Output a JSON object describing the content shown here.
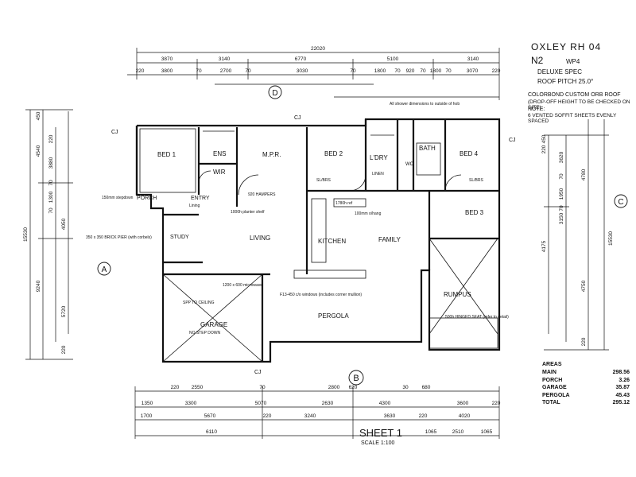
{
  "title_block": {
    "title": "OXLEY RH 04",
    "code": "N2",
    "wp": "WP4",
    "spec": "DELUXE SPEC",
    "roof_pitch": "ROOF PITCH 25.0°",
    "roof": "COLORBOND CUSTOM ORB ROOF",
    "roof_note": "(DROP-OFF HEIGHT TO BE CHECKED ON SITE)",
    "note_label": "NOTE:",
    "note_text": "6 VENTED SOFFIT SHEETS EVENLY SPACED"
  },
  "areas": {
    "header": "AREAS",
    "rows": [
      {
        "label": "MAIN",
        "value": "298.56"
      },
      {
        "label": "PORCH",
        "value": "3.26"
      },
      {
        "label": "GARAGE",
        "value": "35.87"
      },
      {
        "label": "PERGOLA",
        "value": "45.43"
      },
      {
        "label": "TOTAL",
        "value": "295.12"
      }
    ]
  },
  "sheet": {
    "label": "SHEET 1",
    "scale": "SCALE 1:100"
  },
  "rooms": {
    "bed1": "BED 1",
    "ens": "ENS",
    "wir": "WIR",
    "mpr": "M.P.R.",
    "bed2": "BED 2",
    "ldry": "L'DRY",
    "bath": "BATH",
    "wc": "WC",
    "bed4": "BED 4",
    "bed3": "BED 3",
    "porch": "PORCH",
    "entry": "ENTRY",
    "study": "STUDY",
    "living": "LIVING",
    "kitchen": "KITCHEN",
    "family": "FAMILY",
    "rumpus": "RUMPUS",
    "garage": "GARAGE",
    "pergola": "PERGOLA"
  },
  "markers": {
    "a": "A",
    "b": "B",
    "c": "C",
    "d": "D"
  },
  "dimensions": {
    "top_overall": "22020",
    "top_mid": [
      "3870",
      "3140",
      "6770",
      "5100",
      "3140"
    ],
    "top_inner": [
      "220",
      "3800",
      "70",
      "2700",
      "70",
      "3030",
      "70",
      "1800",
      "70",
      "920",
      "70",
      "1800",
      "70",
      "3070",
      "220"
    ],
    "bottom_overall": [
      "1700",
      "5670",
      "220",
      "3240",
      "3630",
      "220",
      "4020"
    ],
    "bottom_row2": [
      "1350",
      "3300",
      "5070",
      "2630",
      "4300",
      "3600",
      "220"
    ],
    "bottom_row3": [
      "6110",
      "1065",
      "2510",
      "1065"
    ],
    "bottom_small": [
      "220",
      "2550",
      "70",
      "2800",
      "620",
      "30",
      "680"
    ],
    "left_overall": "15530",
    "left_parts": [
      "450",
      "4540",
      "220",
      "3880",
      "70",
      "1300",
      "70",
      "4050",
      "9240",
      "5720",
      "220"
    ],
    "right_overall": "15530",
    "right_parts": [
      "450",
      "220",
      "3620",
      "70",
      "1950",
      "70",
      "4175",
      "3150",
      "220",
      "4780",
      "4750"
    ]
  },
  "annotations": {
    "cj": "CJ",
    "brick_pier": "350 x 350 BRICK PIER (with corbels)",
    "stepdown": "150mm stepdown",
    "hampers": "920 HAMPERS",
    "planter": "1000h planter shelf",
    "kitchen_ref": "1780h ref",
    "hang": "100mm o/hang",
    "windows": "F13-450 c/o windows (includes corner mullion)",
    "garage_step": "NO STEP DOWN",
    "spp": "SPP TO CEILING",
    "microwave": "1200 x 600 microwave",
    "hinged_seat": "500h HINGED SEAT (refer to detail)",
    "shower": "All shower dimensions to outside of hob",
    "linen": "LINEN",
    "slbrs": "SL/BRS",
    "lining": "Lining"
  }
}
